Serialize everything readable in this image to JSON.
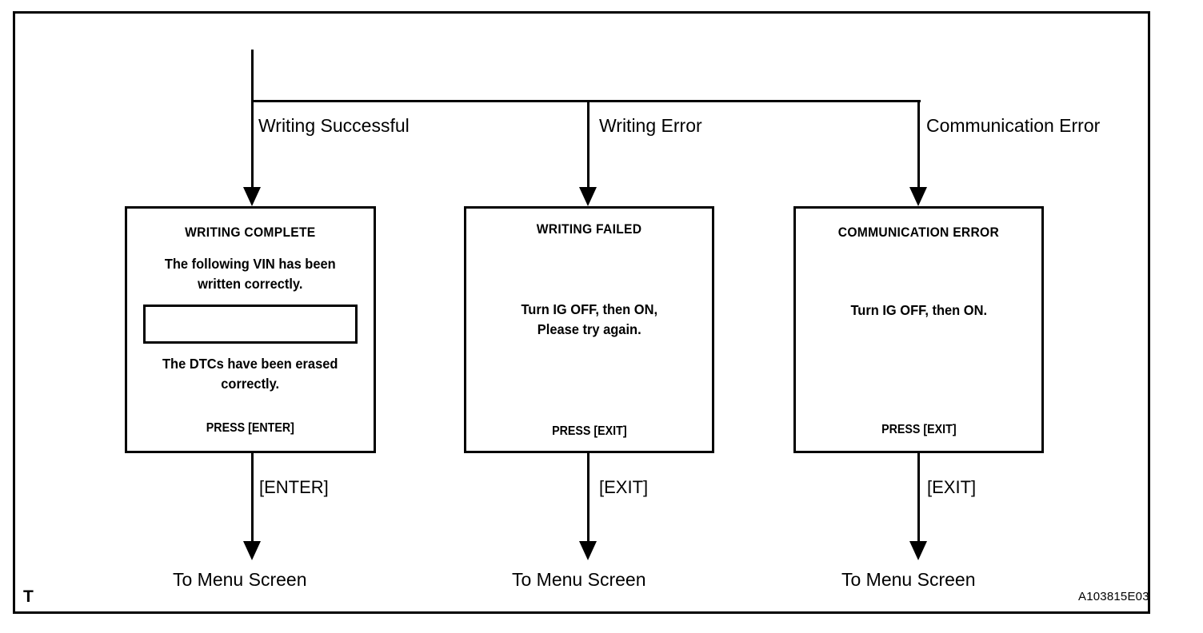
{
  "diagram": {
    "reference_code": "A103815E03",
    "corner_marker": "T",
    "branch_labels": [
      "Writing Successful",
      "Writing Error",
      "Communication Error"
    ],
    "columns": [
      {
        "branch_label": "Writing Successful",
        "screen": {
          "title": "WRITING COMPLETE",
          "body_line_1": "The following VIN has been",
          "body_line_2": "written correctly.",
          "input_value": "",
          "body_line_3": "The DTCs have been erased",
          "body_line_4": "correctly.",
          "footer": "PRESS [ENTER]"
        },
        "key_label": "[ENTER]",
        "destination": "To Menu Screen"
      },
      {
        "branch_label": "Writing Error",
        "screen": {
          "title": "WRITING  FAILED",
          "body_line_1": "Turn IG OFF, then ON,",
          "body_line_2": "Please try again.",
          "footer": "PRESS [EXIT]"
        },
        "key_label": "[EXIT]",
        "destination": "To Menu Screen"
      },
      {
        "branch_label": "Communication Error",
        "screen": {
          "title": "COMMUNICATION ERROR",
          "body_line_1": "Turn IG OFF, then ON.",
          "footer": "PRESS [EXIT]"
        },
        "key_label": "[EXIT]",
        "destination": "To Menu Screen"
      }
    ]
  }
}
